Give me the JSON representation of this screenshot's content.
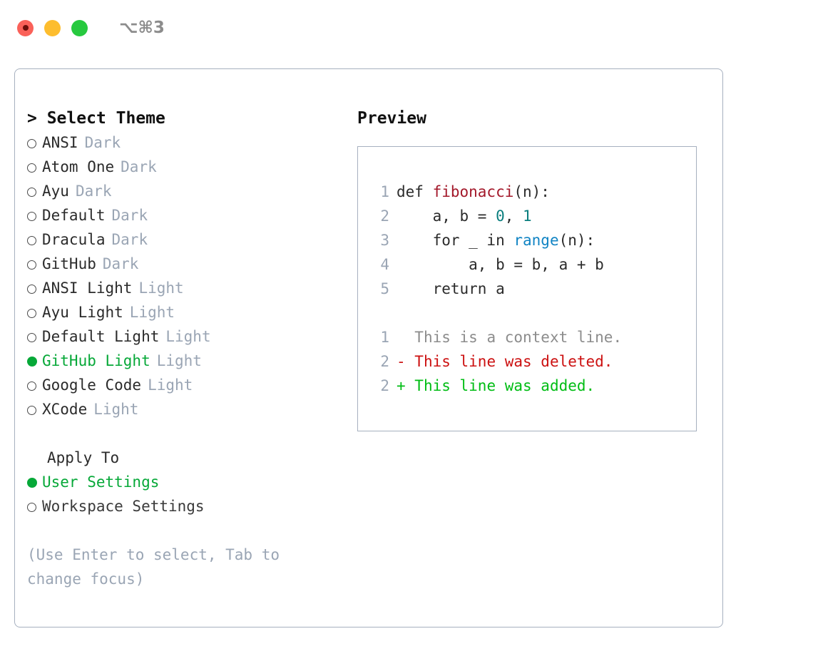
{
  "titlebar": {
    "shortcut": "⌥⌘3",
    "lights": [
      {
        "name": "close",
        "color": "#fa6159"
      },
      {
        "name": "minimize",
        "color": "#fdbd2e"
      },
      {
        "name": "maximize",
        "color": "#27c93f"
      }
    ]
  },
  "left": {
    "header_prefix": "> ",
    "header": "Select Theme",
    "themes": [
      {
        "name": "ANSI",
        "variant": "Dark",
        "selected": false
      },
      {
        "name": "Atom One",
        "variant": "Dark",
        "selected": false
      },
      {
        "name": "Ayu",
        "variant": "Dark",
        "selected": false
      },
      {
        "name": "Default",
        "variant": "Dark",
        "selected": false
      },
      {
        "name": "Dracula",
        "variant": "Dark",
        "selected": false
      },
      {
        "name": "GitHub",
        "variant": "Dark",
        "selected": false
      },
      {
        "name": "ANSI Light",
        "variant": "Light",
        "selected": false
      },
      {
        "name": "Ayu Light",
        "variant": "Light",
        "selected": false
      },
      {
        "name": "Default Light",
        "variant": "Light",
        "selected": false
      },
      {
        "name": "GitHub Light",
        "variant": "Light",
        "selected": true
      },
      {
        "name": "Google Code",
        "variant": "Light",
        "selected": false
      },
      {
        "name": "XCode",
        "variant": "Light",
        "selected": false
      }
    ],
    "apply_to_label": "Apply To",
    "apply_options": [
      {
        "name": "User Settings",
        "selected": true
      },
      {
        "name": "Workspace Settings",
        "selected": false
      }
    ],
    "hint": "(Use Enter to select, Tab to change focus)"
  },
  "right": {
    "preview_title": "Preview",
    "code_lines": [
      {
        "no": "1",
        "segments": [
          {
            "text": "def ",
            "tok": "plain"
          },
          {
            "text": "fibonacci",
            "tok": "fn"
          },
          {
            "text": "(n):",
            "tok": "plain"
          }
        ]
      },
      {
        "no": "2",
        "segments": [
          {
            "text": "    a, b = ",
            "tok": "plain"
          },
          {
            "text": "0",
            "tok": "num"
          },
          {
            "text": ", ",
            "tok": "plain"
          },
          {
            "text": "1",
            "tok": "num"
          }
        ]
      },
      {
        "no": "3",
        "segments": [
          {
            "text": "    for _ in ",
            "tok": "plain"
          },
          {
            "text": "range",
            "tok": "builtin"
          },
          {
            "text": "(n):",
            "tok": "plain"
          }
        ]
      },
      {
        "no": "4",
        "segments": [
          {
            "text": "        a, b = b, a + b",
            "tok": "plain"
          }
        ]
      },
      {
        "no": "5",
        "segments": [
          {
            "text": "    return a",
            "tok": "plain"
          }
        ]
      }
    ],
    "diff_lines": [
      {
        "no": "1",
        "marker": "  ",
        "text": "This is a context line.",
        "kind": "ctx"
      },
      {
        "no": "2",
        "marker": "- ",
        "text": "This line was deleted.",
        "kind": "del"
      },
      {
        "no": "2",
        "marker": "+ ",
        "text": "This line was added.",
        "kind": "add"
      }
    ]
  },
  "colors": {
    "accent_green": "#06a838",
    "muted": "#9aa5b4",
    "border": "#a6b0bf",
    "diff_add": "#00bd14",
    "diff_del": "#cc1111",
    "syntax_function": "#a3182a",
    "syntax_number": "#0a7e7e",
    "syntax_builtin": "#1184c4"
  }
}
